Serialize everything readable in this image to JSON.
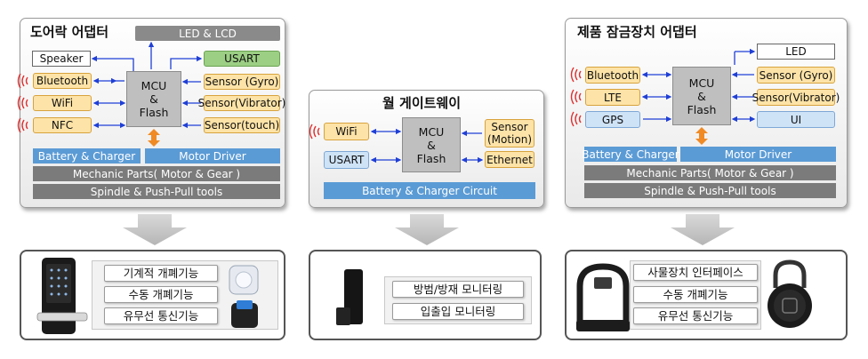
{
  "panel_left": {
    "title": "도어락 어댑터",
    "top_bar": "LED & LCD",
    "speaker": "Speaker",
    "left": [
      "Bluetooth",
      "WiFi",
      "NFC"
    ],
    "usart": "USART",
    "mcu": [
      "MCU",
      "&",
      "Flash"
    ],
    "sensors": [
      "Sensor (Gyro)",
      "Sensor(Vibrator)",
      "Sensor(touch)"
    ],
    "battery": "Battery & Charger",
    "motor": "Motor Driver",
    "mechanic": "Mechanic Parts( Motor & Gear )",
    "spindle": "Spindle & Push-Pull  tools"
  },
  "panel_mid": {
    "title": "월 게이트웨이",
    "wifi": "WiFi",
    "usart": "USART",
    "mcu": [
      "MCU",
      "&",
      "Flash"
    ],
    "sensor": [
      "Sensor",
      "(Motion)"
    ],
    "ethernet": "Ethernet",
    "battery": "Battery & Charger Circuit"
  },
  "panel_right": {
    "title": "제품 잠금장치 어댑터",
    "led": "LED",
    "left": [
      "Bluetooth",
      "LTE",
      "GPS"
    ],
    "mcu": [
      "MCU",
      "&",
      "Flash"
    ],
    "sensors": [
      "Sensor (Gyro)",
      "Sensor(Vibrator)",
      "UI"
    ],
    "battery": "Battery & Charger",
    "motor": "Motor Driver",
    "mechanic": "Mechanic Parts( Motor & Gear )",
    "spindle": "Spindle & Push-Pull  tools"
  },
  "bottom_left": [
    "기계적 개폐기능",
    "수동 개폐기능",
    "유무선 통신기능"
  ],
  "bottom_mid": [
    "방범/방재 모니터링",
    "입출입 모니터링"
  ],
  "bottom_right": [
    "사물장치 인터페이스",
    "수동 개폐기능",
    "유무선 통신기능"
  ],
  "colors": {
    "orange_box": "#fde3a7",
    "blue_box": "#cfe3f7",
    "blue_bar": "#5b9bd5",
    "gray_bar": "#7b7b7b",
    "arrow": "#1f3fd6",
    "wireless": "#e03030"
  }
}
